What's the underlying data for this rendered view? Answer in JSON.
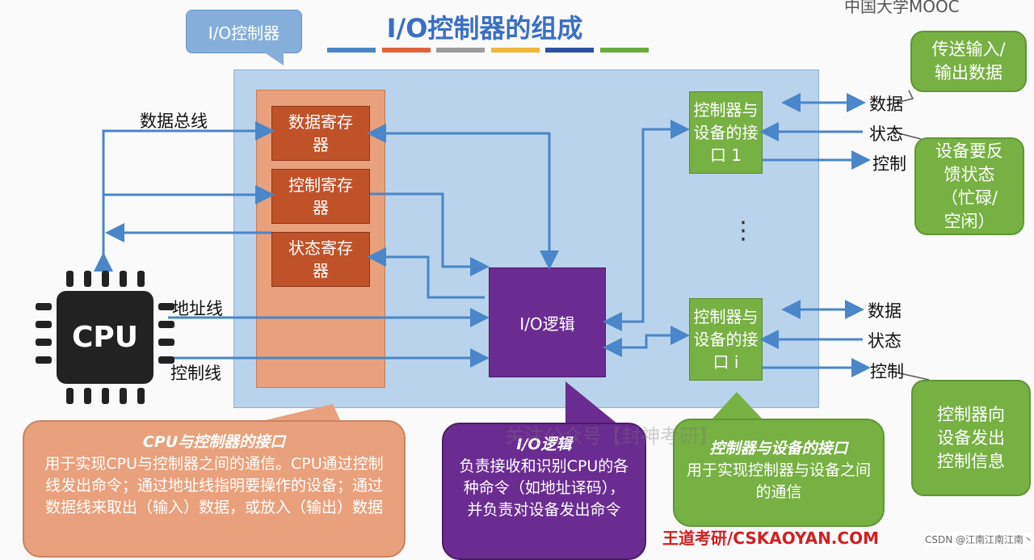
{
  "title": "I/O控制器的组成",
  "title_bar_colors": [
    "#4a86c8",
    "#e0643a",
    "#9c9c9c",
    "#f0b73a",
    "#2d4fa0",
    "#6aaa3c"
  ],
  "logo_text": "中国大学MOOC",
  "callout_controller": "I/O控制器",
  "registers": {
    "data": "数据寄存器",
    "control": "控制寄存器",
    "status": "状态寄存器"
  },
  "io_logic": "I/O逻辑",
  "interfaces": [
    {
      "label": "控制器与设备的接口 1"
    },
    {
      "label": "控制器与设备的接口 i"
    }
  ],
  "ellipsis": "⋮",
  "bus_labels": {
    "data_bus": "数据总线",
    "address": "地址线",
    "control": "控制线"
  },
  "cpu": "CPU",
  "device_lines": {
    "data": "数据",
    "status": "状态",
    "control": "控制"
  },
  "side_callouts": {
    "data": "传送输入/输出数据",
    "status": "设备要反馈状态（忙碌/空闲）",
    "control": "控制器向设备发出控制信息"
  },
  "bottom": {
    "cpu_if": {
      "title": "CPU与控制器的接口",
      "text": "用于实现CPU与控制器之间的通信。CPU通过控制线发出命令；通过地址线指明要操作的设备；通过数据线来取出（输入）数据，或放入（输出）数据"
    },
    "io_logic": {
      "title": "I/O逻辑",
      "text": "负责接收和识别CPU的各种命令（如地址译码），并负责对设备发出命令"
    },
    "dev_if": {
      "title": "控制器与设备的接口",
      "text": "用于实现控制器与设备之间的通信"
    }
  },
  "watermark": "关注公众号【封神考研】",
  "footer_text": "王道考研/CSKAOYAN.COM",
  "csdn": "CSDN @江南江南江南丶"
}
